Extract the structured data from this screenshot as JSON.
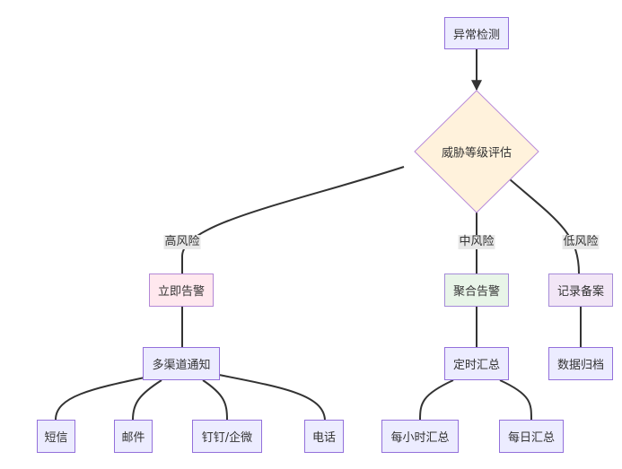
{
  "nodes": {
    "detect": "异常检测",
    "assess": "威胁等级评估",
    "immediate_alert": "立即告警",
    "aggregate_alert": "聚合告警",
    "record": "记录备案",
    "multichannel": "多渠道通知",
    "timed_summary": "定时汇总",
    "data_archive": "数据归档",
    "sms": "短信",
    "email": "邮件",
    "dingtalk": "钉钉/企微",
    "phone": "电话",
    "hourly": "每小时汇总",
    "daily": "每日汇总"
  },
  "edge_labels": {
    "high": "高风险",
    "medium": "中风险",
    "low": "低风险"
  },
  "colors": {
    "default_fill": "#ECECFF",
    "default_stroke": "#9370DB",
    "diamond_fill": "#FFF2DC",
    "alert_fill": "#FFE8EE",
    "aggregate_fill": "#E8F5E8",
    "record_fill": "#F2E6F6",
    "edge": "#333333"
  }
}
